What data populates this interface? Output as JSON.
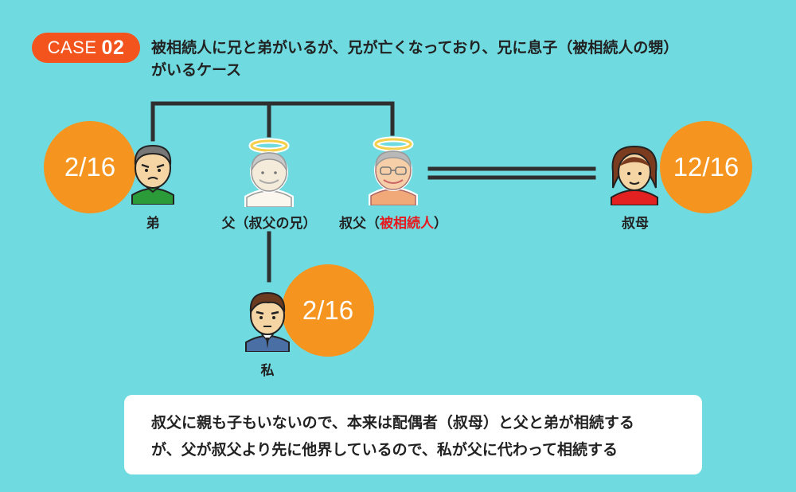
{
  "badge": {
    "prefix": "CASE",
    "number": "02"
  },
  "heading": {
    "line1": "被相続人に兄と弟がいるが、兄が亡くなっており、兄に息子（被相続人の甥）",
    "line2": "がいるケース"
  },
  "people": {
    "younger_brother": {
      "label": "弟",
      "share": "2/16"
    },
    "father": {
      "label": "父（叔父の兄）"
    },
    "uncle": {
      "label_prefix": "叔父（",
      "label_highlight": "被相続人",
      "label_suffix": "）"
    },
    "aunt": {
      "label": "叔母",
      "share": "12/16"
    },
    "me": {
      "label": "私",
      "share": "2/16"
    }
  },
  "note": {
    "line1": "叔父に親も子もいないので、本来は配偶者（叔母）と父と弟が相続する",
    "line2": "が、父が叔父より先に他界しているので、私が父に代わって相続する"
  },
  "colors": {
    "background": "#6fdbe0",
    "badge": "#f3541d",
    "share_circle": "#f5951f",
    "highlight": "#e8191e"
  }
}
